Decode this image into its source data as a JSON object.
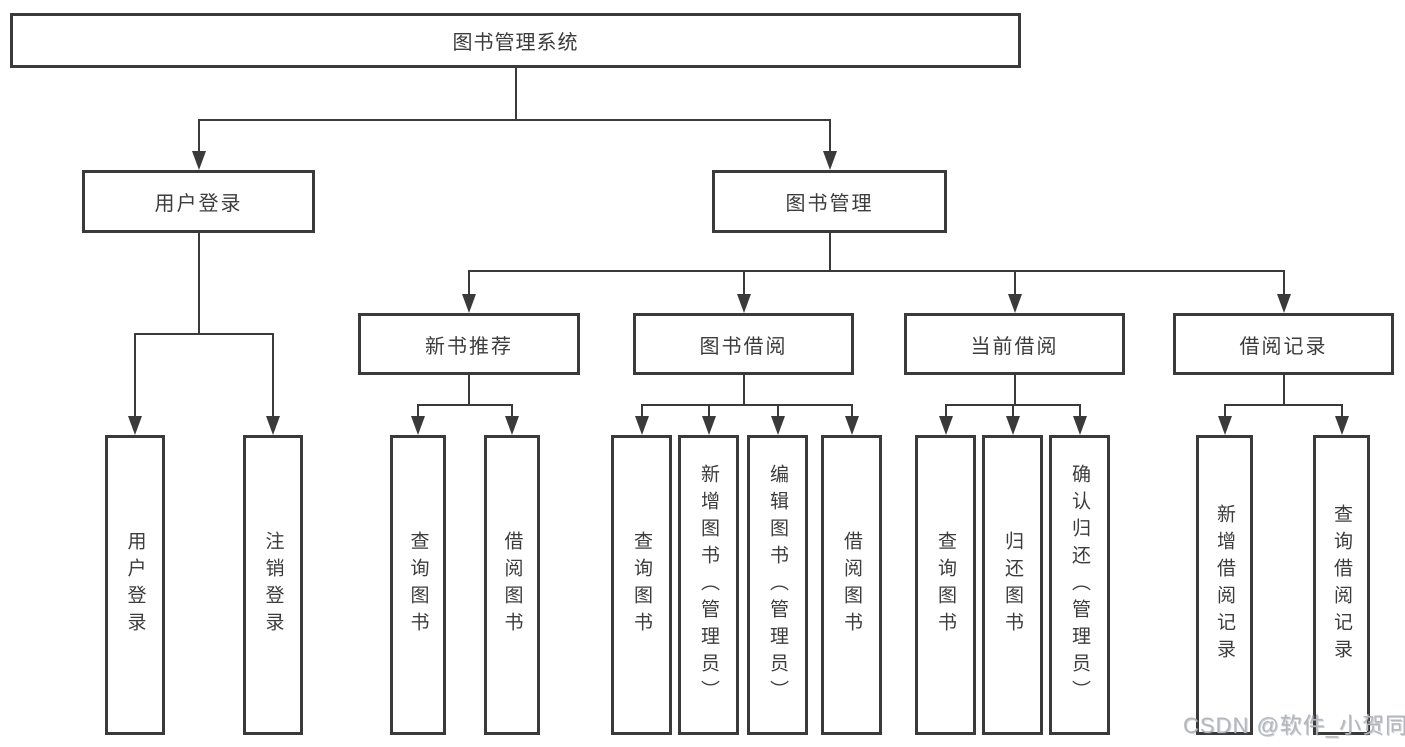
{
  "tree": {
    "root": {
      "label": "图书管理系统"
    },
    "level2": [
      {
        "label": "用户登录"
      },
      {
        "label": "图书管理"
      }
    ],
    "level3": [
      {
        "label": "新书推荐"
      },
      {
        "label": "图书借阅"
      },
      {
        "label": "当前借阅"
      },
      {
        "label": "借阅记录"
      }
    ],
    "leaves": {
      "user_login": [
        "用户登录",
        "注销登录"
      ],
      "new_book": [
        "查询图书",
        "借阅图书"
      ],
      "borrow": [
        "查询图书",
        "新增图书（管理员）",
        "编辑图书（管理员）",
        "借阅图书"
      ],
      "current": [
        "查询图书",
        "归还图书",
        "确认归还（管理员）"
      ],
      "record": [
        "新增借阅记录",
        "查询借阅记录"
      ]
    }
  },
  "watermark": {
    "text": "CSDN @软件_小贺同学"
  },
  "colors": {
    "line": "#3a3a3a",
    "text": "#3c3c3c",
    "background": "#ffffff",
    "watermark": "#b4b8be"
  }
}
